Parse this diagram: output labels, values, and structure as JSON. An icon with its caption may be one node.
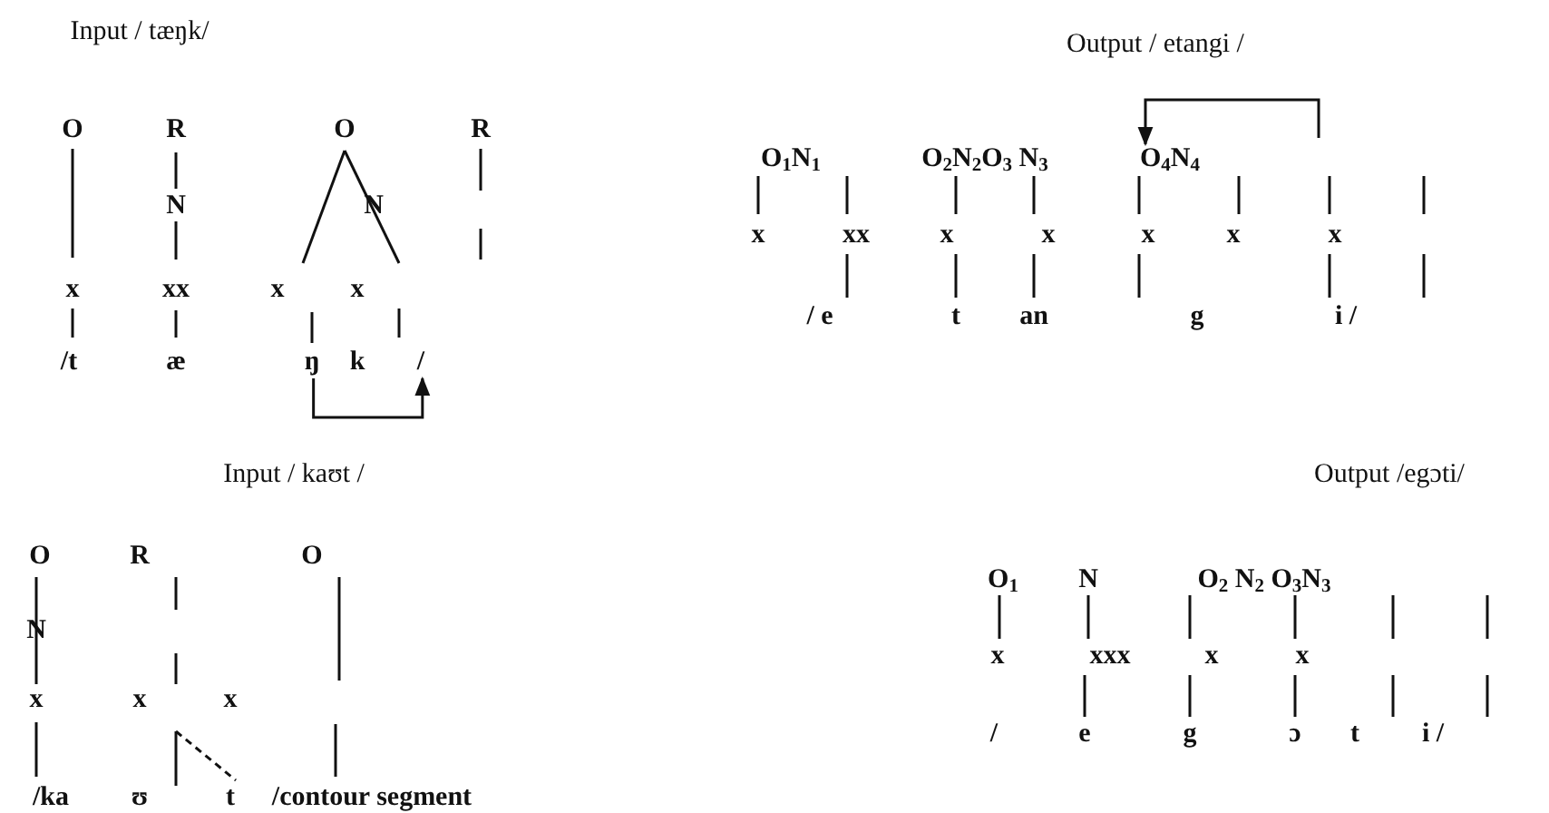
{
  "diagram": {
    "nodes": [
      {
        "text": [
          "O$_{4}$N$_{4}$"
        ]
      },
      {
        "text": [
          "ŋ"
        ]
      },
      {
        "text": [
          "/"
        ]
      }
    ],
    "edges": [
      {
        "from": 1,
        "to": 2,
        "arrow": "to"
      },
      {
        "from": null,
        "to": 0,
        "arrow": "to"
      }
    ],
    "labels": [
      "Input / tæŋk/",
      "Output / etangi /",
      "O",
      "R",
      "O",
      "R",
      "O$_{1}$N$_{1}$",
      "O$_{2}$N$_{2}$O$_{3}$ N$_{3}$",
      "N",
      "N",
      "x",
      "xx",
      "x",
      "x",
      "x",
      "xx",
      "x",
      "x",
      "x",
      "x",
      "x",
      "/ e",
      "t",
      "an",
      "g",
      "i /",
      "/t",
      "æ",
      "k",
      "Input / kaʊt /",
      "Output /egɔti/",
      "O",
      "R",
      "O",
      "O$_{1}$",
      "N",
      "O$_{2}$ N$_{2}$ O$_{3}$N$_{3}$",
      "N",
      "x",
      "x",
      "x",
      "x",
      "xxx",
      "x",
      "x",
      "/",
      "e",
      "g",
      "ɔ",
      "t",
      "i /",
      "/ka",
      "ʊ",
      "t",
      "/contour segment"
    ]
  }
}
